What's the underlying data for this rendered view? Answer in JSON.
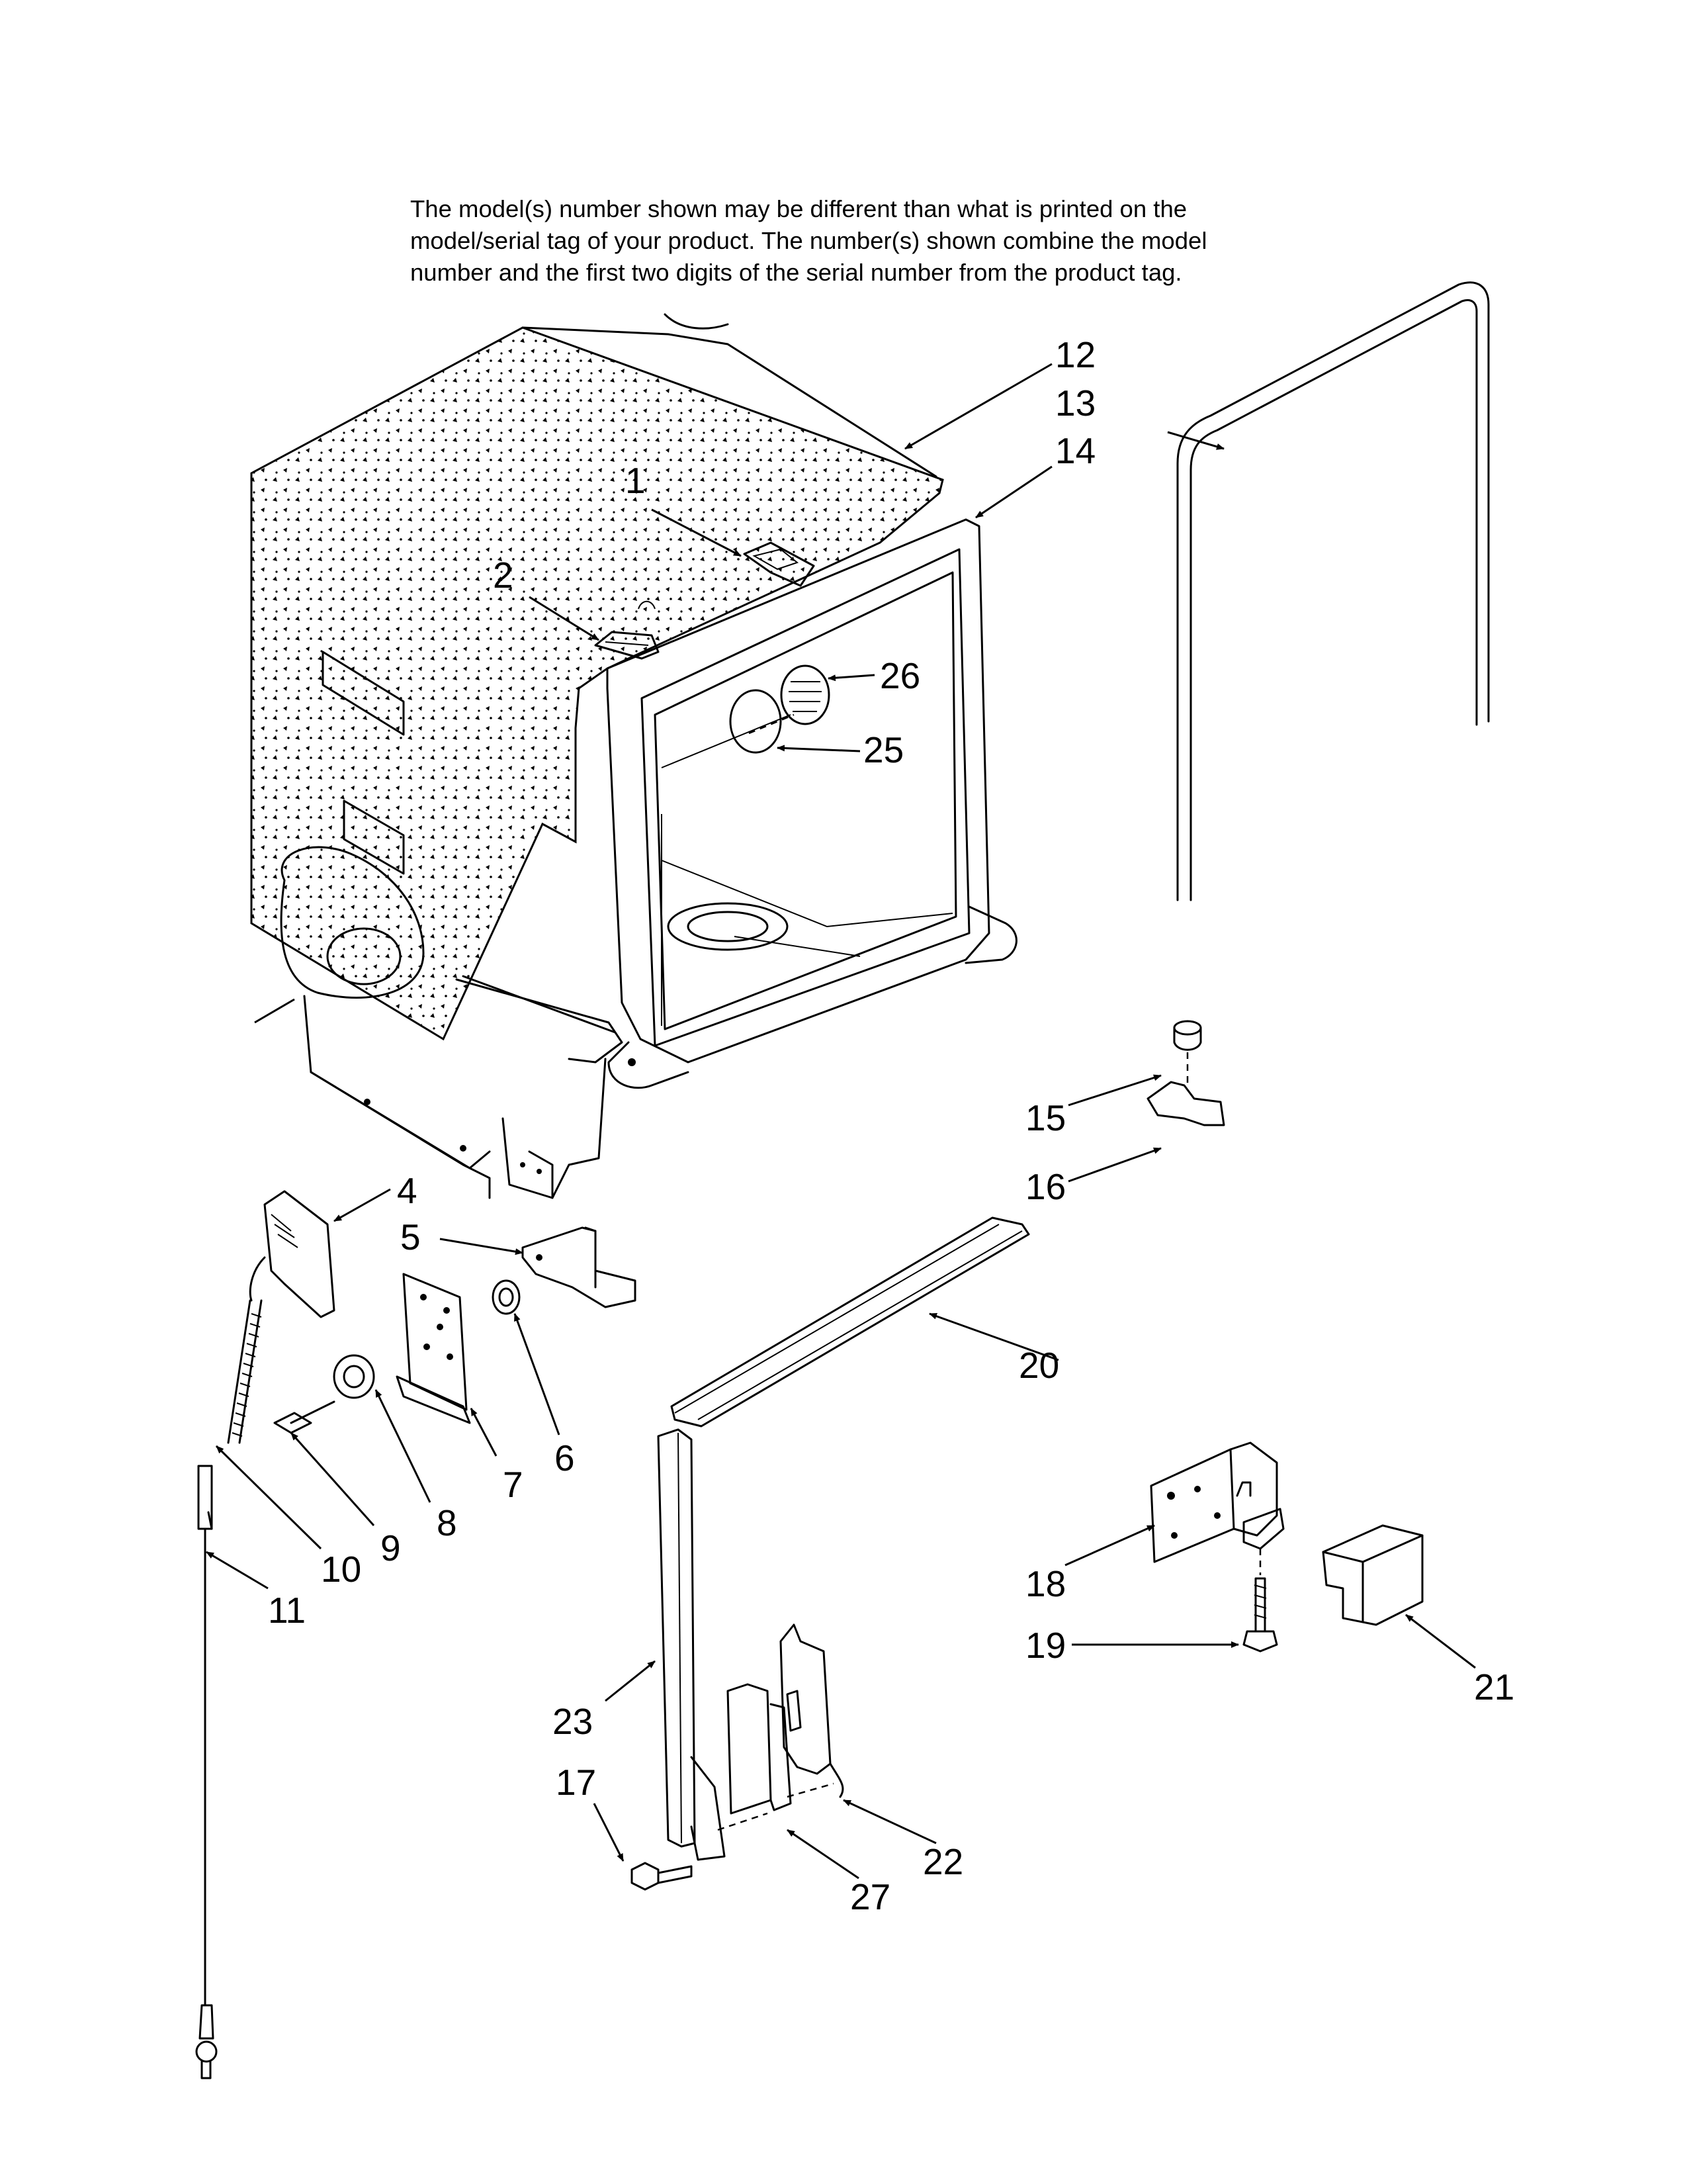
{
  "note": {
    "line1": "The model(s) number shown may be different than what is printed on the",
    "line2": "model/serial tag of your product. The number(s) shown combine the model",
    "line3": "number and the first two digits of the serial number from the product tag."
  },
  "callouts": [
    "1",
    "2",
    "4",
    "5",
    "6",
    "7",
    "8",
    "9",
    "10",
    "11",
    "12",
    "13",
    "14",
    "15",
    "16",
    "17",
    "18",
    "19",
    "20",
    "21",
    "22",
    "23",
    "25",
    "26",
    "27"
  ]
}
